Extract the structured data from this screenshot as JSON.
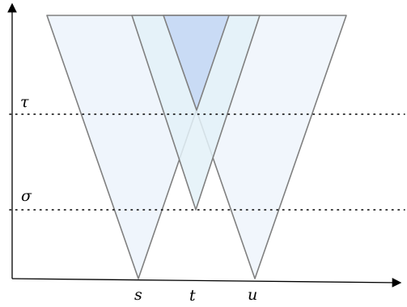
{
  "labels": {
    "tau": "τ",
    "sigma": "σ",
    "s": "s",
    "t": "t",
    "u": "u"
  },
  "colors": {
    "cone_s_fill": "#eef4fc",
    "cone_t_fill": "#e3f1f8",
    "cone_u_fill": "#eef4fc",
    "overlap_top_fill": "#c9dbf5",
    "cone_stroke": "#808080",
    "axis": "#000000"
  }
}
